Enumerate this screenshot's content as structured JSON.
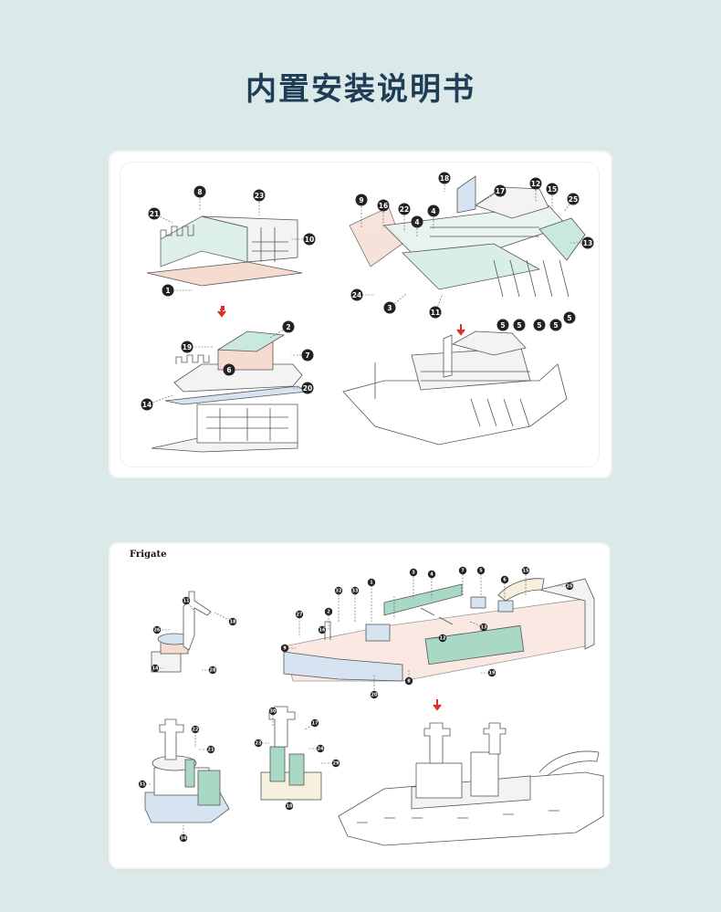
{
  "header": {
    "title": "内置安装说明书"
  },
  "top_diagram": {
    "callouts": [
      "8",
      "23",
      "21",
      "10",
      "1",
      "2",
      "19",
      "7",
      "6",
      "14",
      "20",
      "18",
      "17",
      "12",
      "15",
      "25",
      "9",
      "16",
      "22",
      "4",
      "4",
      "13",
      "24",
      "3",
      "11",
      "5",
      "5",
      "5",
      "5",
      "5"
    ]
  },
  "bottom_diagram": {
    "label": "Frigate",
    "callouts": [
      "11",
      "18",
      "26",
      "14",
      "28",
      "3",
      "4",
      "7",
      "5",
      "6",
      "15",
      "25",
      "32",
      "33",
      "1",
      "2",
      "27",
      "16",
      "12",
      "13",
      "9",
      "8",
      "19",
      "20",
      "22",
      "21",
      "31",
      "34",
      "30",
      "17",
      "23",
      "24",
      "29",
      "10"
    ]
  },
  "colors": {
    "background": "#dce9e9",
    "title": "#1f3d57",
    "callout": "#222222",
    "arrow": "#d9302a",
    "part_mint": "#c9e8df",
    "part_peach": "#f6dcd0",
    "part_blue": "#d6e4f2",
    "part_green": "#a9d8c4",
    "part_cream": "#f5efdc"
  }
}
